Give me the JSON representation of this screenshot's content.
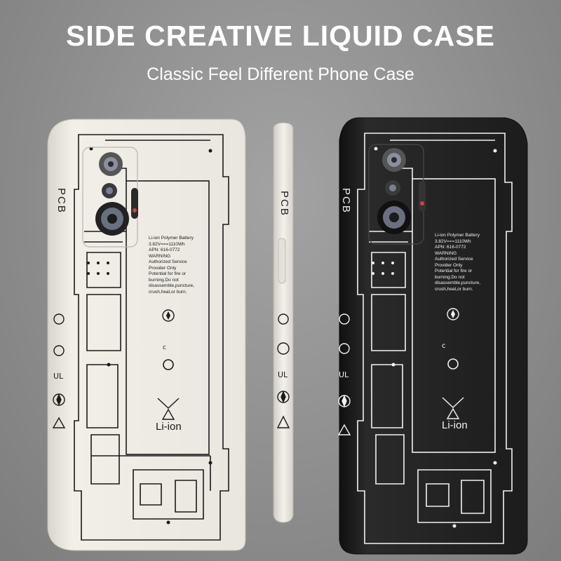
{
  "header": {
    "title": "SIDE CREATIVE LIQUID CASE",
    "subtitle": "Classic Feel Different Phone Case"
  },
  "cases": [
    {
      "color_name": "white",
      "case_color": "#ece9e2",
      "line_color": "#1a1a1a",
      "pcb_label": "PCB",
      "battery_text": [
        "Li-ion Polymer Battery",
        "3.82V===1110Wh",
        "APN: 616-0772",
        "WARNING",
        "Authorized Service",
        "Provider Only",
        "Potential for fire or",
        "burning.Do not",
        "disassemble,puncture,",
        "crush,heat,or burn."
      ],
      "battery_label": "Li-ion"
    },
    {
      "color_name": "side",
      "case_color": "#eeebe4",
      "line_color": "#1a1a1a",
      "pcb_label": "PCB"
    },
    {
      "color_name": "black",
      "case_color": "#1e1e1e",
      "line_color": "#f2f2f2",
      "pcb_label": "PCB",
      "battery_text": [
        "Li-ion Polymer Battery",
        "3.82V===1110Wh",
        "APN: 616-0772",
        "WARNING",
        "Authorized Service",
        "Provider Only",
        "Potential for fire or",
        "burning.Do not",
        "disassemble,puncture,",
        "crush,heat,or burn."
      ],
      "battery_label": "Li-ion"
    }
  ]
}
